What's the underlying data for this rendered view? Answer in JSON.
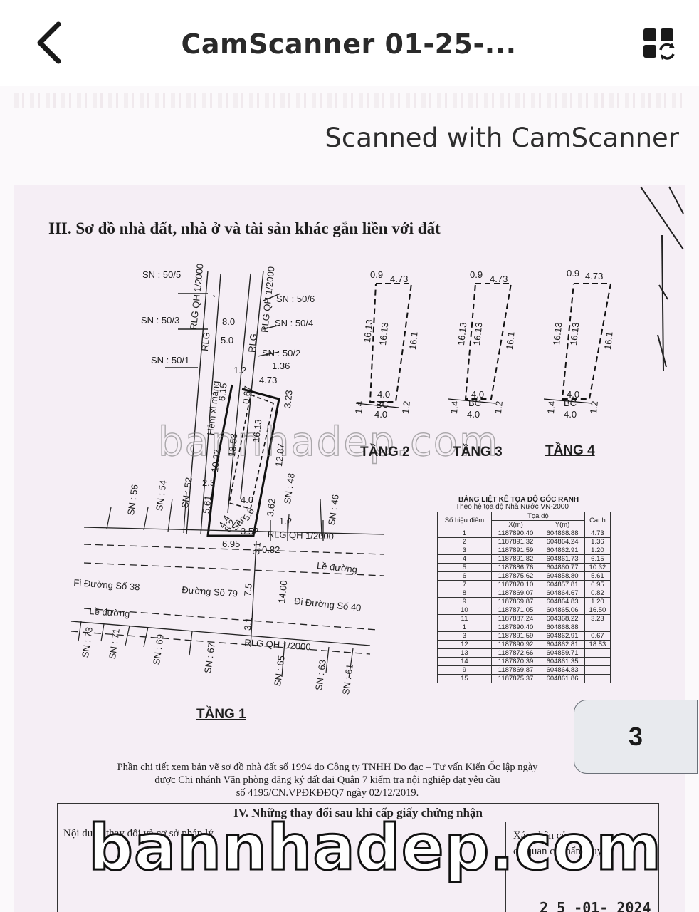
{
  "header": {
    "title": "CamScanner 01-25-...",
    "back_icon": "chevron-left-icon",
    "menu_icon": "grid-swap-icon"
  },
  "document": {
    "scan_banner": "Scanned with CamScanner",
    "section_title": "III. Sơ đồ nhà đất, nhà ở và tài sản khác gắn liền với đất",
    "watermark": "bannhadep.com",
    "sn_labels": [
      "SN : 50/5",
      "SN : 50/3",
      "SN : 50/1",
      "SN : 50/6",
      "SN : 50/4",
      "SN : 50/2",
      "SN : 56",
      "SN : 54",
      "SN : 52",
      "SN : 48",
      "SN : 46",
      "SN : 73",
      "SN : 71",
      "SN : 69",
      "SN : 67",
      "SN : 65",
      "SN : 63",
      "SN : 61"
    ],
    "plan_labels": {
      "rlg_qh_1": "RLG QH 1/2000",
      "rlg_qh_2": "RLG QH 1/2000",
      "rlg": "RLG",
      "rlg2": "RLG",
      "hem": "Hẻm xi măng",
      "le_duong_1": "Lề đường",
      "le_duong_2": "Lề đường",
      "duong_38": "Fi Đường Số 38",
      "duong_79": "Đường Số 79",
      "duong_40": "Đi Đường Số 40",
      "rlg_qh_bottom": "RLG QH 1/2000",
      "rlg_qh_mid": "RLG QH 1/2000",
      "san": "Sân"
    },
    "dims": {
      "d8": "8.0",
      "d5": "5.0",
      "d136": "1.36",
      "d12a": "1.2",
      "d473": "4.73",
      "d323": "3.23",
      "d067": "0.67",
      "d615": "6.15",
      "d1613": "16.13",
      "d1853": "18.53",
      "d1032": "10.32",
      "d1287": "12.87",
      "d23": "2.3",
      "d561": "5.61",
      "d40": "4.0",
      "d56": "5.6",
      "d362": "3.62",
      "d12b": "1.2",
      "d352": "3.52",
      "d695": "6.95",
      "d082": "0.82",
      "d31a": "3.1",
      "d75": "7.5",
      "d1400": "14.00",
      "d31b": "3.1",
      "d82": "8.2",
      "d44": "4.4"
    },
    "floors": [
      {
        "label": "TẦNG 2",
        "top_a": "0.9",
        "top_b": "4.73",
        "left_a": "16.13",
        "left_b": "16.13",
        "right": "16.1",
        "bottom": "4.0",
        "bc": "BC",
        "side_l": "1.4",
        "side_r": "1.2",
        "base": "4.0"
      },
      {
        "label": "TẦNG 3",
        "top_a": "0.9",
        "top_b": "4.73",
        "left_a": "16.13",
        "left_b": "16.13",
        "right": "16.1",
        "bottom": "4.0",
        "bc": "BC",
        "side_l": "1.4",
        "side_r": "1.2",
        "base": "4.0"
      },
      {
        "label": "TẦNG 4",
        "top_a": "0.9",
        "top_b": "4.73",
        "left_a": "16.13",
        "left_b": "16.13",
        "right": "16.1",
        "bottom": "4.0",
        "bc": "BC",
        "side_l": "1.4",
        "side_r": "1.2",
        "base": "4.0"
      }
    ],
    "floor1_label": "TẦNG 1",
    "table": {
      "title_1": "BẢNG LIỆT KÊ TỌA ĐỘ GÓC RANH",
      "title_2": "Theo hệ tọa độ Nhà Nước VN-2000",
      "col_point": "Số hiệu điểm",
      "col_coord": "Tọa độ",
      "col_x": "X(m)",
      "col_y": "Y(m)",
      "col_edge": "Cạnh",
      "rows": [
        {
          "p": "1",
          "x": "1187890.40",
          "y": "604868.88"
        },
        {
          "p": "2",
          "x": "1187891.32",
          "y": "604864.24"
        },
        {
          "p": "3",
          "x": "1187891.59",
          "y": "604862.91"
        },
        {
          "p": "4",
          "x": "1187891.82",
          "y": "604861.73"
        },
        {
          "p": "5",
          "x": "1187886.76",
          "y": "604860.77"
        },
        {
          "p": "6",
          "x": "1187875.62",
          "y": "604858.80"
        },
        {
          "p": "7",
          "x": "1187870.10",
          "y": "604857.81"
        },
        {
          "p": "8",
          "x": "1187869.07",
          "y": "604864.67"
        },
        {
          "p": "9",
          "x": "1187869.87",
          "y": "604864.83"
        },
        {
          "p": "10",
          "x": "1187871.05",
          "y": "604865.06"
        },
        {
          "p": "11",
          "x": "1187887.24",
          "y": "604368.22"
        },
        {
          "p": "1",
          "x": "1187890.40",
          "y": "604868.88"
        },
        {
          "p": "3",
          "x": "1187891.59",
          "y": "604862.91"
        },
        {
          "p": "12",
          "x": "1187890.92",
          "y": "604862.81"
        },
        {
          "p": "13",
          "x": "1187872.66",
          "y": "604859.71"
        },
        {
          "p": "14",
          "x": "1187870.39",
          "y": "604861.35"
        },
        {
          "p": "9",
          "x": "1187869.87",
          "y": "604864.83"
        },
        {
          "p": "15",
          "x": "1187875.37",
          "y": "604861.86"
        }
      ],
      "edges_1": [
        "4.73",
        "1.36",
        "1.20",
        "6.15",
        "10.32",
        "5.61",
        "6.95",
        "0.82",
        "1.20",
        "16.50",
        "3.23"
      ],
      "edges_2": [
        "0.67",
        "18.53"
      ]
    },
    "footnote_1": "Phần chi tiết xem bản vẽ sơ đồ nhà đất số 1994 do Công ty TNHH Đo đạc – Tư vấn Kiến Ốc lập ngày",
    "footnote_2": "được Chi nhánh Văn phòng đăng ký đất đai Quận 7 kiểm tra nội nghiệp đạt yêu cầu",
    "footnote_3": "số 4195/CN.VPĐKĐĐQ7 ngày 02/12/2019.",
    "changes": {
      "heading": "IV. Những thay đổi sau khi cấp giấy chứng nhận",
      "col1": "Nội dung thay đổi và cơ sở pháp lý",
      "col2_a": "Xác nhận của",
      "col2_b": "cơ quan có thẩm quyền",
      "date": "2 5 -01- 2024"
    }
  },
  "page_badge": "3"
}
